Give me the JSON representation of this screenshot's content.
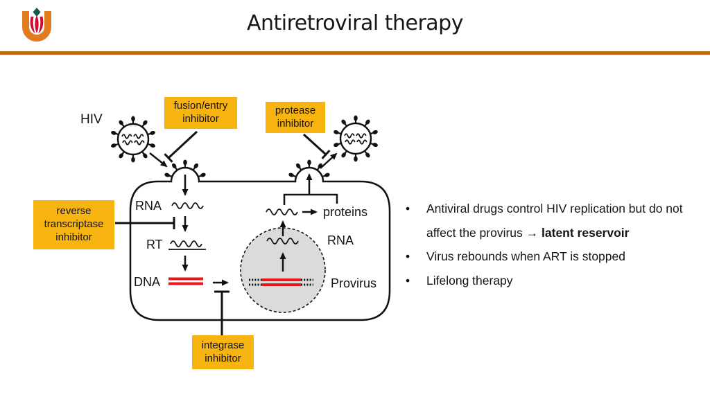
{
  "slide": {
    "title": "Antiretroviral therapy"
  },
  "diagram": {
    "hiv_label": "HIV",
    "boxes": {
      "fusion": "fusion/entry inhibitor",
      "protease": "protease inhibitor",
      "reverse_transcriptase": "reverse transcriptase inhibitor",
      "integrase": "integrase inhibitor"
    },
    "labels": {
      "rna_left": "RNA",
      "rt": "RT",
      "dna": "DNA",
      "proteins": "proteins",
      "rna_right": "RNA",
      "provirus": "Provirus"
    },
    "colors": {
      "inhibitor_box": "#F7B310",
      "dna_red": "#E8191C",
      "nucleus_fill": "#DBDBDB",
      "accent_line": "#C2690F"
    }
  },
  "bullets": {
    "bullet_char": "•",
    "items": [
      {
        "text": "Antiviral drugs control HIV replication but do not affect the provirus → ",
        "bold": "latent reservoir"
      },
      {
        "text": "Virus rebounds when ART is stopped",
        "bold": ""
      },
      {
        "text": "Lifelong therapy",
        "bold": ""
      }
    ]
  }
}
